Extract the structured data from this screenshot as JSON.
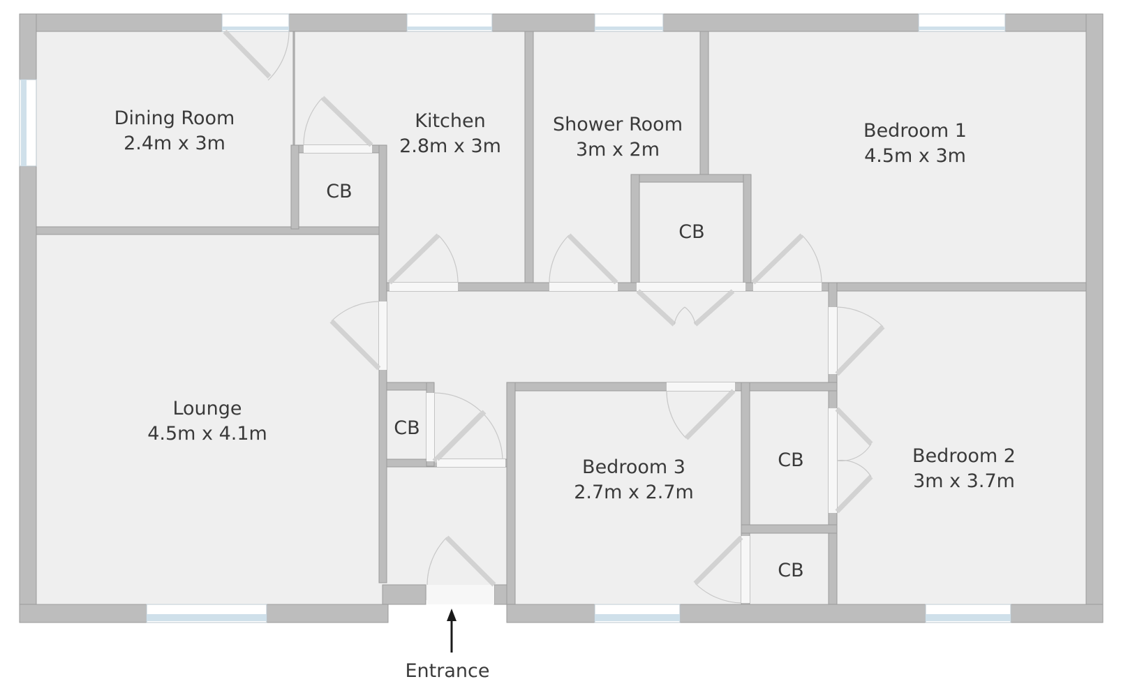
{
  "rooms": {
    "dining": {
      "name": "Dining Room",
      "size": "2.4m x 3m"
    },
    "kitchen": {
      "name": "Kitchen",
      "size": "2.8m x 3m"
    },
    "shower": {
      "name": "Shower Room",
      "size": "3m x 2m"
    },
    "bedroom1": {
      "name": "Bedroom 1",
      "size": "4.5m x 3m"
    },
    "lounge": {
      "name": "Lounge",
      "size": "4.5m x 4.1m"
    },
    "bedroom3": {
      "name": "Bedroom 3",
      "size": "2.7m x 2.7m"
    },
    "bedroom2": {
      "name": "Bedroom 2",
      "size": "3m x 3.7m"
    }
  },
  "cupboards": {
    "kitchen_cb": "CB",
    "shower_cb": "CB",
    "hall_cb": "CB",
    "bed3_cb_upper": "CB",
    "bed3_cb_lower": "CB"
  },
  "entrance": {
    "label": "Entrance"
  },
  "colors": {
    "wall": "#bdbdbd",
    "floor": "#efefef",
    "window": "#cfe0ea"
  }
}
